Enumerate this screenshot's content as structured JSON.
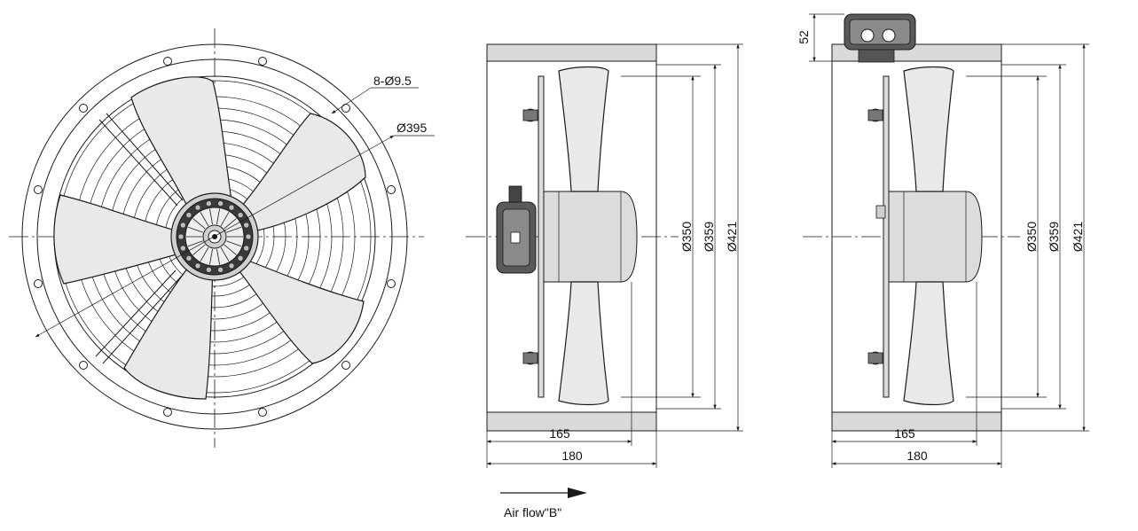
{
  "front_view": {
    "hole_label": "8-Ø9.5",
    "pcd_label": "Ø395"
  },
  "side_view_b": {
    "dim_350": "Ø350",
    "dim_359": "Ø359",
    "dim_421": "Ø421",
    "dim_165": "165",
    "dim_180": "180"
  },
  "side_view_c": {
    "dim_52": "52",
    "dim_350": "Ø350",
    "dim_359": "Ø359",
    "dim_421": "Ø421",
    "dim_165": "165",
    "dim_180": "180"
  },
  "airflow": {
    "label": "Air flow\"B\""
  }
}
